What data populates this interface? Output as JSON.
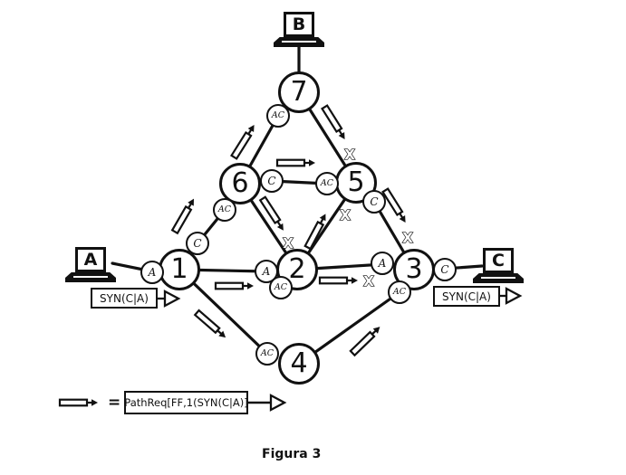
{
  "title": "Figura 3",
  "hosts": {
    "a": {
      "label": "A"
    },
    "b": {
      "label": "B"
    },
    "c": {
      "label": "C"
    }
  },
  "nodes": [
    {
      "id": "1",
      "label": "1"
    },
    {
      "id": "2",
      "label": "2"
    },
    {
      "id": "3",
      "label": "3"
    },
    {
      "id": "4",
      "label": "4"
    },
    {
      "id": "5",
      "label": "5"
    },
    {
      "id": "6",
      "label": "6"
    },
    {
      "id": "7",
      "label": "7"
    }
  ],
  "ports": [
    {
      "node": "1",
      "position": "left",
      "label": "A"
    },
    {
      "node": "1",
      "position": "top-right",
      "label": "C"
    },
    {
      "node": "2",
      "position": "left",
      "label": "A"
    },
    {
      "node": "2",
      "position": "bottom",
      "label": "AC"
    },
    {
      "node": "3",
      "position": "left",
      "label": "A"
    },
    {
      "node": "3",
      "position": "right",
      "label": "C"
    },
    {
      "node": "3",
      "position": "bottom-left",
      "label": "AC"
    },
    {
      "node": "4",
      "position": "top-left",
      "label": "AC"
    },
    {
      "node": "5",
      "position": "left",
      "label": "AC"
    },
    {
      "node": "5",
      "position": "bottom-right",
      "label": "C"
    },
    {
      "node": "6",
      "position": "right",
      "label": "C"
    },
    {
      "node": "6",
      "position": "bottom-left",
      "label": "AC"
    },
    {
      "node": "7",
      "position": "bottom-left",
      "label": "AC"
    }
  ],
  "messages": {
    "syn_a": "SYN(C|A)",
    "syn_c": "SYN(C|A)"
  },
  "legend": {
    "equals_sign": "=",
    "definition": "PathReq[FF,1(SYN(C|A)]"
  },
  "marks": {
    "blocked_glyph": "X"
  },
  "edges": [
    "B-7",
    "A-1",
    "C-3",
    "1-2",
    "2-3",
    "1-6",
    "6-7",
    "7-5",
    "6-5",
    "6-2",
    "2-5",
    "5-3",
    "1-4",
    "4-3"
  ],
  "path_arrows": [
    {
      "edge": "1-6",
      "direction": "up-right"
    },
    {
      "edge": "6-7",
      "direction": "up-right"
    },
    {
      "edge": "6-5",
      "direction": "right"
    },
    {
      "edge": "7-5",
      "direction": "down-right",
      "blocked": true
    },
    {
      "edge": "6-2",
      "direction": "down-right",
      "blocked": true
    },
    {
      "edge": "2-5",
      "direction": "up-right",
      "blocked": true
    },
    {
      "edge": "5-3",
      "direction": "down-right",
      "blocked": true
    },
    {
      "edge": "1-2",
      "direction": "right"
    },
    {
      "edge": "2-3",
      "direction": "right",
      "blocked": true
    },
    {
      "edge": "1-4",
      "direction": "down-right"
    },
    {
      "edge": "4-3",
      "direction": "up-right"
    }
  ]
}
